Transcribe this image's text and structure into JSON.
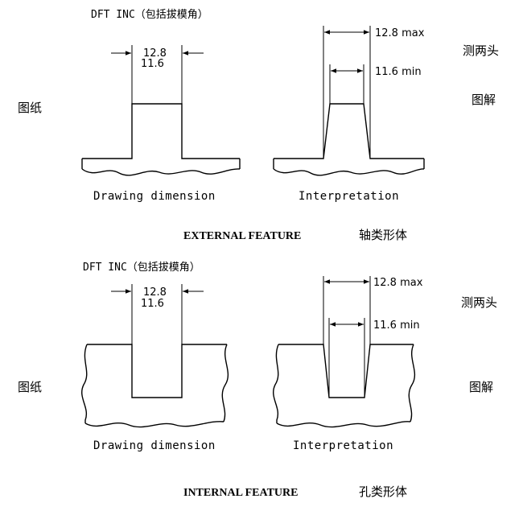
{
  "top": {
    "note": "DFT INC（包括拔模角）",
    "left_label": "图纸",
    "dim_upper": "12.8",
    "dim_lower": "11.6",
    "drawing_caption": "Drawing dimension",
    "interp_upper": "12.8 max",
    "interp_lower": "11.6  min",
    "interp_caption": "Interpretation",
    "right_label_1": "测两头",
    "right_label_2": "图解",
    "feature_title": "EXTERNAL  FEATURE",
    "feature_cn": "轴类形体"
  },
  "bottom": {
    "note": "DFT INC（包括拔模角）",
    "left_label": "图纸",
    "dim_upper": "12.8",
    "dim_lower": "11.6",
    "drawing_caption": "Drawing dimension",
    "interp_upper": "12.8 max",
    "interp_lower": "11.6  min",
    "interp_caption": "Interpretation",
    "right_label_1": "测两头",
    "right_label_2": "图解",
    "feature_title": "INTERNAL  FEATURE",
    "feature_cn": "孔类形体"
  }
}
